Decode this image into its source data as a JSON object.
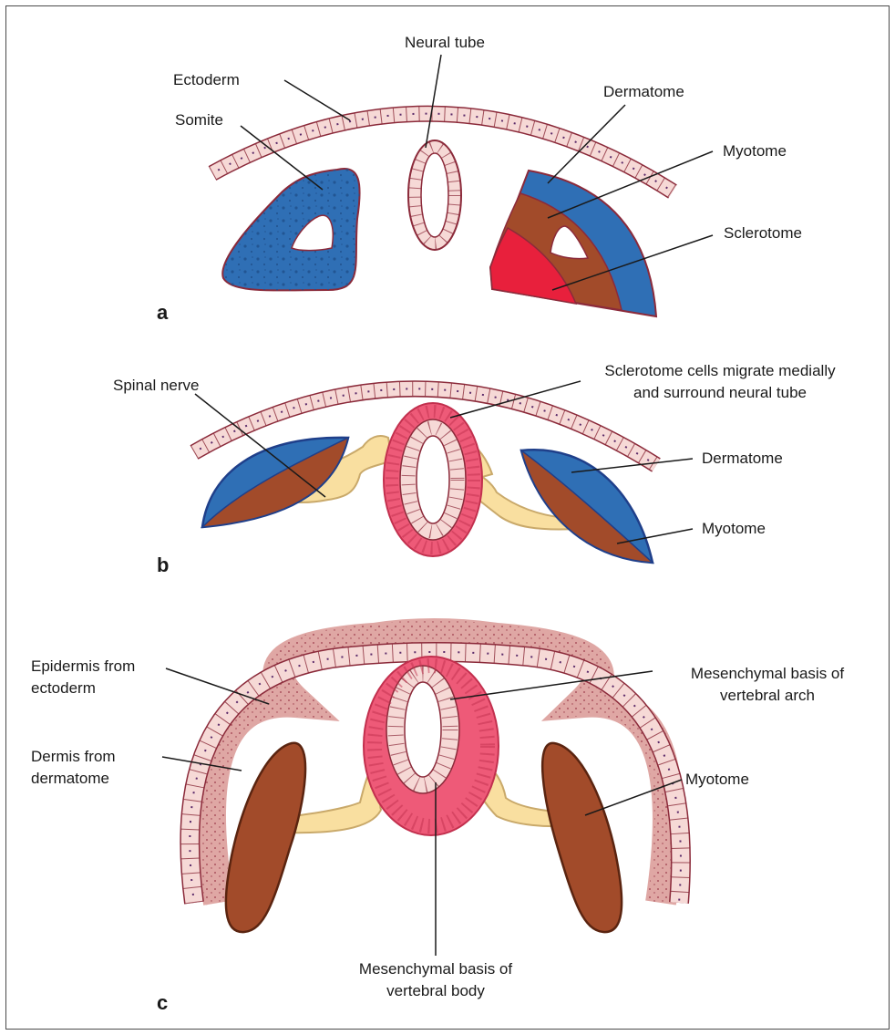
{
  "panels": {
    "a": {
      "letter": "a",
      "labels": {
        "ectoderm": "Ectoderm",
        "neural_tube": "Neural tube",
        "somite": "Somite",
        "dermatome": "Dermatome",
        "myotome": "Myotome",
        "sclerotome": "Sclerotome"
      }
    },
    "b": {
      "letter": "b",
      "labels": {
        "spinal_nerve": "Spinal nerve",
        "sclerotome_migrate_line1": "Sclerotome cells migrate medially",
        "sclerotome_migrate_line2": "and surround neural tube",
        "dermatome": "Dermatome",
        "myotome": "Myotome"
      }
    },
    "c": {
      "letter": "c",
      "labels": {
        "epidermis_line1": "Epidermis from",
        "epidermis_line2": "ectoderm",
        "dermis_line1": "Dermis from",
        "dermis_line2": "dermatome",
        "arch_line1": "Mesenchymal basis of",
        "arch_line2": "vertebral arch",
        "myotome": "Myotome",
        "body_line1": "Mesenchymal basis of",
        "body_line2": "vertebral body"
      }
    }
  },
  "colors": {
    "ectoderm_fill": "#f6d9d6",
    "ectoderm_stroke": "#8b2a3a",
    "somite_blue": "#2f6fb5",
    "dermatome_blue": "#2f6fb5",
    "myotome_brown": "#a24b2a",
    "sclerotome_red": "#e8203c",
    "sclerotome_pink": "#ee5a78",
    "nerve_yellow": "#f9dfa0",
    "dermis_fill": "#dfa7a4"
  }
}
